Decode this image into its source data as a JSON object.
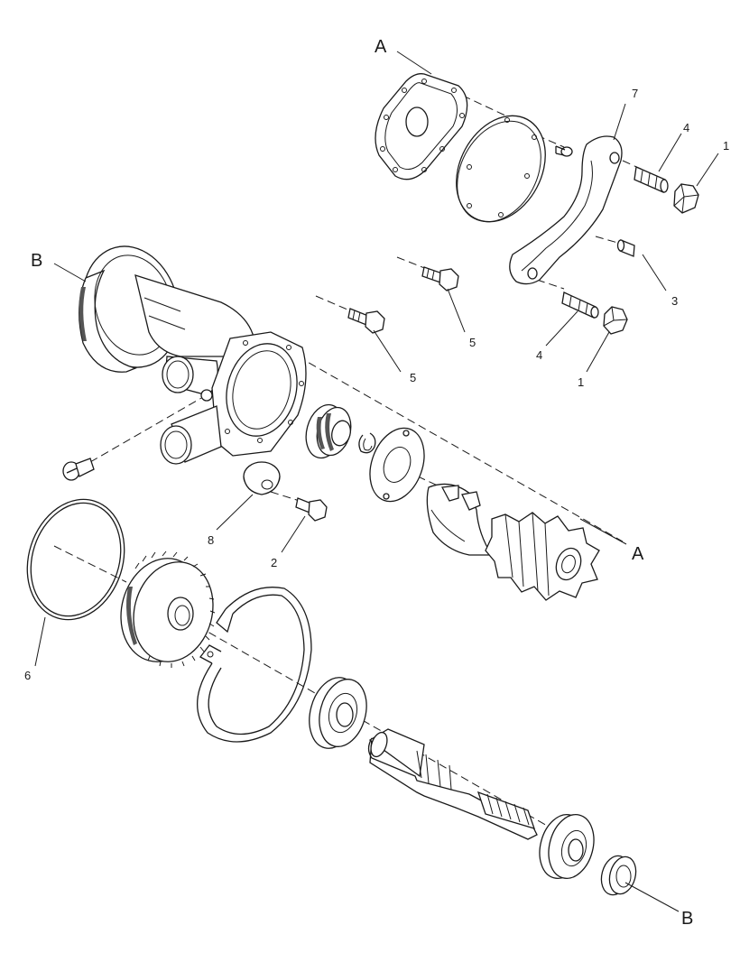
{
  "callouts": {
    "ref_a_top": "A",
    "ref_a_right": "A",
    "ref_b_left": "B",
    "ref_b_bottom": "B",
    "n1_top": "1",
    "n1_bottom": "1",
    "n2": "2",
    "n3": "3",
    "n4_top": "4",
    "n4_bottom": "4",
    "n5_left": "5",
    "n5_right": "5",
    "n6": "6",
    "n7": "7",
    "n8": "8"
  }
}
